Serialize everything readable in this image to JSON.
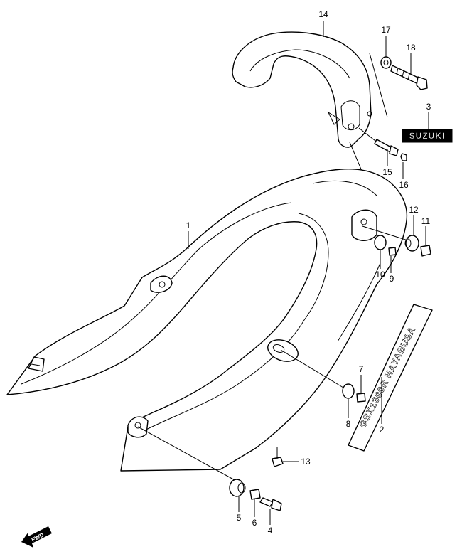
{
  "badge": {
    "text": "SUZUKI"
  },
  "decal": {
    "text": "GSX1300R HAYABUSA"
  },
  "direction": {
    "text": "FWD"
  },
  "callouts": [
    {
      "id": "c1",
      "label": "1"
    },
    {
      "id": "c2",
      "label": "2"
    },
    {
      "id": "c3",
      "label": "3"
    },
    {
      "id": "c4",
      "label": "4"
    },
    {
      "id": "c5",
      "label": "5"
    },
    {
      "id": "c6",
      "label": "6"
    },
    {
      "id": "c7",
      "label": "7"
    },
    {
      "id": "c8",
      "label": "8"
    },
    {
      "id": "c9",
      "label": "9"
    },
    {
      "id": "c10",
      "label": "10"
    },
    {
      "id": "c11",
      "label": "11"
    },
    {
      "id": "c12",
      "label": "12"
    },
    {
      "id": "c13",
      "label": "13"
    },
    {
      "id": "c14",
      "label": "14"
    },
    {
      "id": "c15",
      "label": "15"
    },
    {
      "id": "c16",
      "label": "16"
    },
    {
      "id": "c17",
      "label": "17"
    },
    {
      "id": "c18",
      "label": "18"
    }
  ]
}
